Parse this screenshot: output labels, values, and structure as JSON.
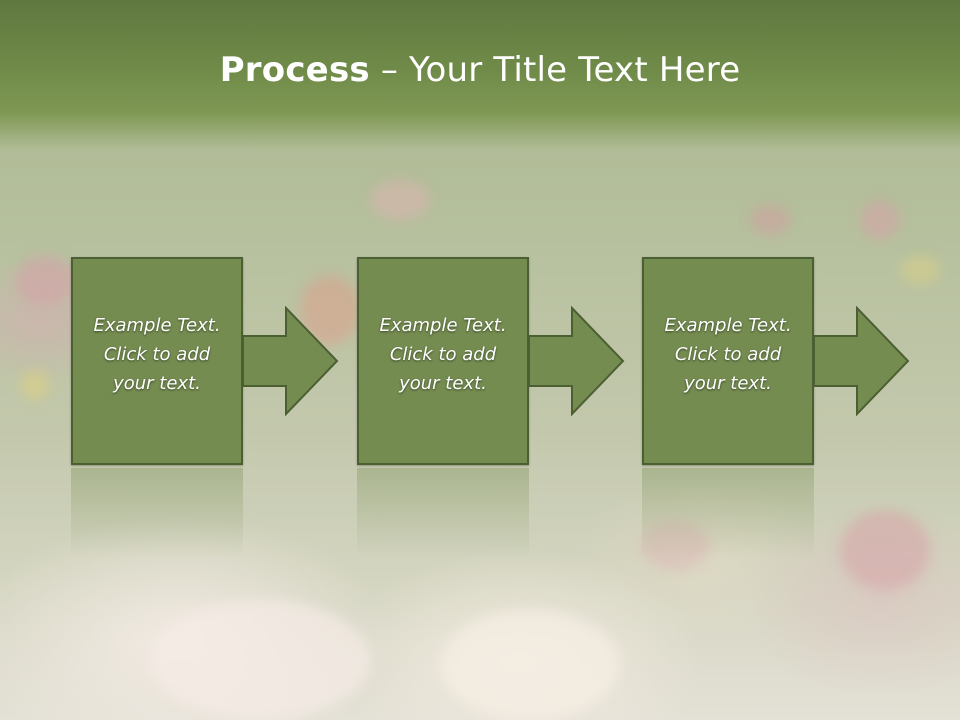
{
  "title": {
    "bold": "Process",
    "rest": " – Your Title Text Here"
  },
  "steps": [
    {
      "text": "Example Text.\nClick  to add\nyour text."
    },
    {
      "text": "Example Text.\nClick  to add\nyour text."
    },
    {
      "text": "Example Text.\nClick  to add\nyour text."
    }
  ],
  "colors": {
    "title_band": "#6f8a48",
    "box_fill": "#758c51",
    "box_border": "#4c5f33",
    "text": "#ffffff"
  },
  "icons": [
    "right-arrow-icon",
    "right-arrow-icon",
    "right-arrow-icon"
  ]
}
